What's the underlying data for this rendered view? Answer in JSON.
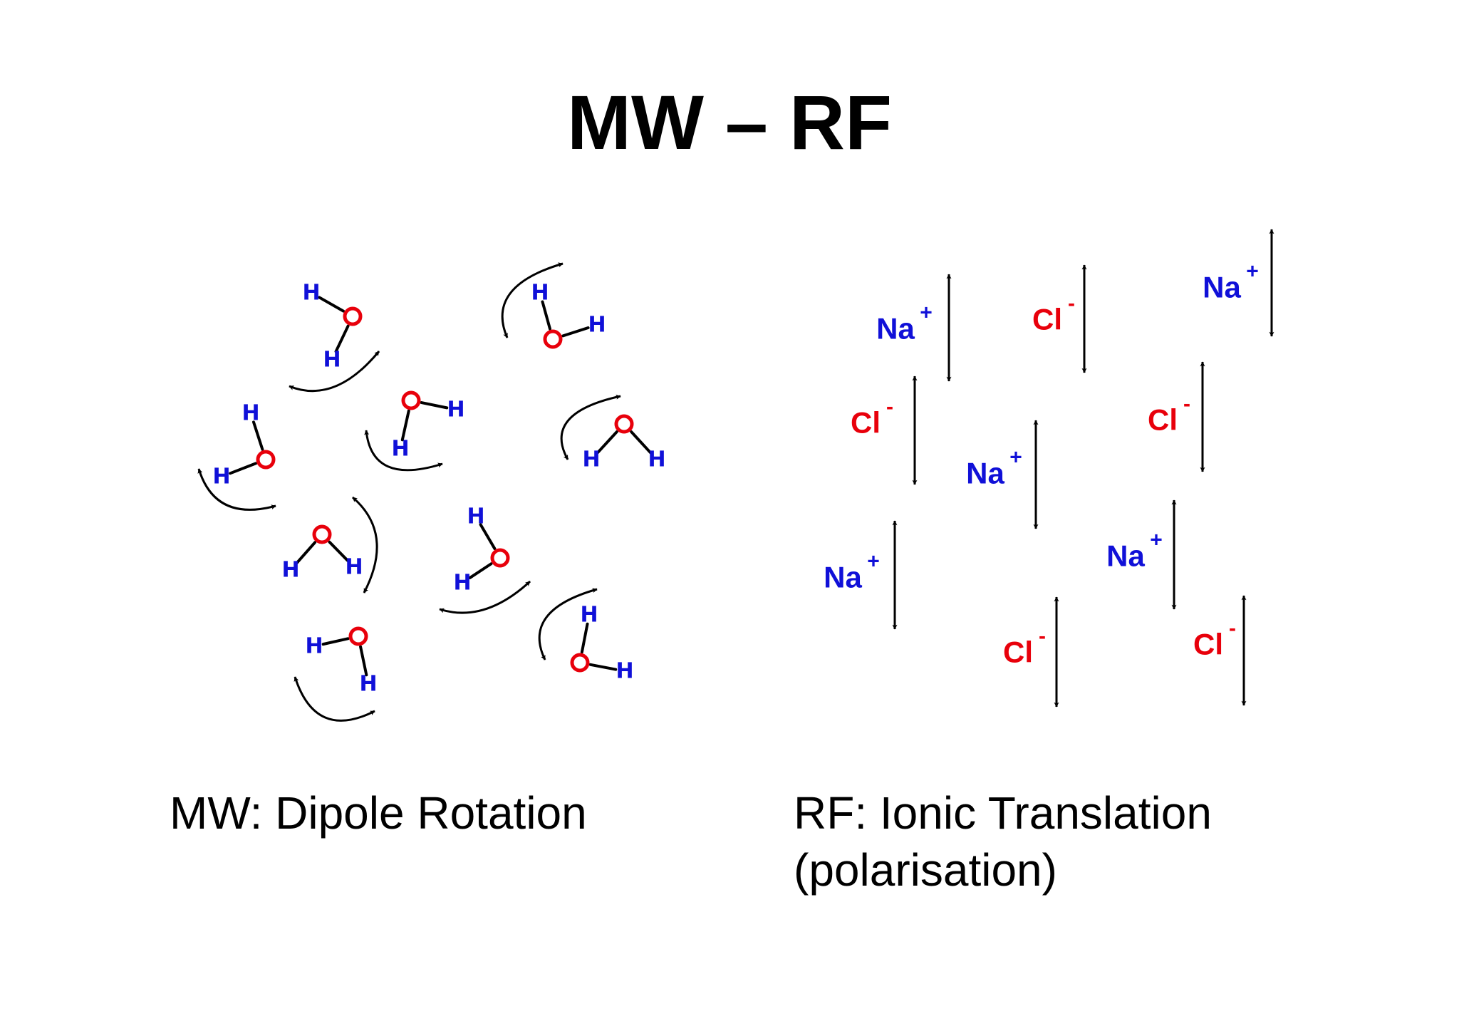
{
  "title": "MW – RF",
  "captions": {
    "mw": "MW: Dipole Rotation",
    "rf_line1": "RF: Ionic Translation",
    "rf_line2": "(polarisation)"
  },
  "atoms": {
    "oxygen": "O",
    "hydrogen": "H",
    "sodium": "Na",
    "chloride": "Cl"
  },
  "charges": {
    "positive": "+",
    "negative": "-"
  },
  "colors": {
    "oxygen": "#e8000b",
    "hydrogen": "#1010d8",
    "sodium": "#1010d8",
    "chloride": "#e8000b",
    "arrow": "#000000"
  }
}
